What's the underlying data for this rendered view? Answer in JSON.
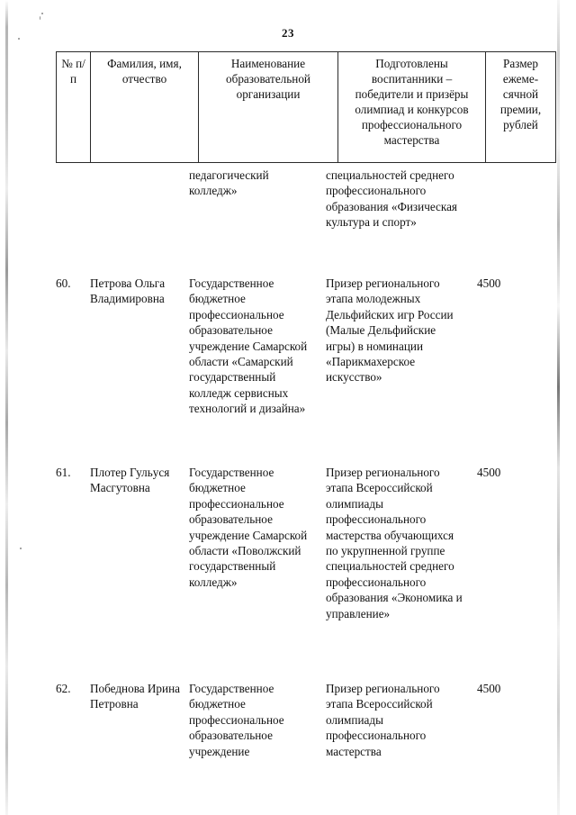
{
  "document": {
    "page_number": "23"
  },
  "table": {
    "headers": {
      "number": "№\nп/п",
      "full_name": "Фамилия, имя, отчество",
      "organization": "Наименование образовательной организации",
      "achievement": "Подготовлены воспитанники – победители и призёры олимпиад и конкурсов профессионального мастерства",
      "amount": "Размер ежеме-сячной премии, рублей"
    },
    "rows": [
      {
        "number": "",
        "full_name": "",
        "organization": "педагогический колледж»",
        "achievement": "специальностей среднего профессионального образования «Физическая культура и спорт»",
        "amount": ""
      },
      {
        "number": "60.",
        "full_name": "Петрова Ольга Владимировна",
        "organization": "Государственное бюджетное профессиональное образовательное учреждение Самарской области «Самарский государственный колледж сервисных технологий и дизайна»",
        "achievement": "Призер регионального этапа молодежных Дельфийских игр России (Малые Дельфийские игры) в номинации «Парикмахерское искусство»",
        "amount": "4500"
      },
      {
        "number": "61.",
        "full_name": "Плотер Гульуся Масгутовна",
        "organization": "Государственное бюджетное профессиональное образовательное учреждение Самарской области «Поволжский государственный колледж»",
        "achievement": "Призер регионального этапа Всероссийской олимпиады профессионального мастерства обучающихся по укрупненной группе специальностей среднего профессионального образования «Экономика и управление»",
        "amount": "4500"
      },
      {
        "number": "62.",
        "full_name": "Победнова Ирина Петровна",
        "organization": "Государственное бюджетное профессиональное образовательное учреждение",
        "achievement": "Призер регионального этапа Всероссийской олимпиады профессионального мастерства",
        "amount": "4500"
      }
    ]
  }
}
